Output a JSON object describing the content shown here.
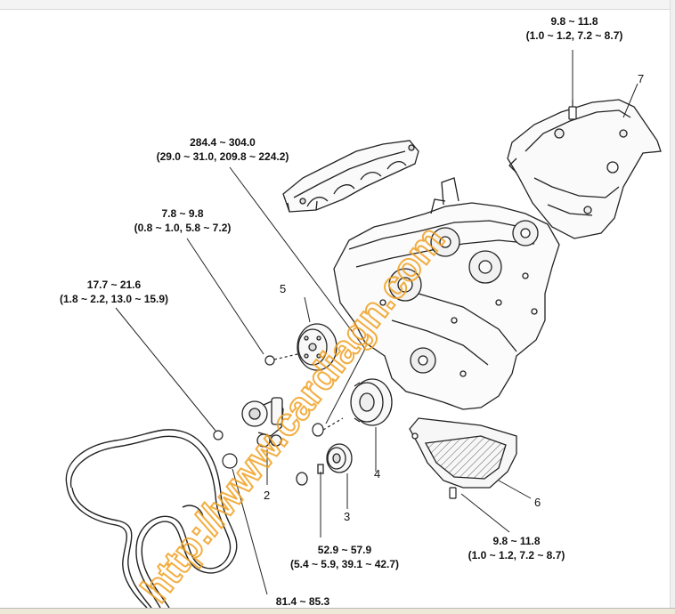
{
  "torque_specs": [
    {
      "id": "spec-intake-cover",
      "nm": "9.8 ~ 11.8",
      "alt": "(1.0 ~ 1.2, 7.2 ~ 8.7)"
    },
    {
      "id": "spec-crank-pulley",
      "nm": "284.4 ~ 304.0",
      "alt": "(29.0 ~ 31.0, 209.8 ~ 224.2)"
    },
    {
      "id": "spec-water-pump-pulley",
      "nm": "7.8 ~ 9.8",
      "alt": "(0.8 ~ 1.0, 5.8 ~ 7.2)"
    },
    {
      "id": "spec-tensioner",
      "nm": "17.7 ~ 21.6",
      "alt": "(1.8 ~ 2.2, 13.0 ~ 15.9)"
    },
    {
      "id": "spec-idler",
      "nm": "52.9 ~ 57.9",
      "alt": "(5.4 ~ 5.9, 39.1 ~ 42.7)"
    },
    {
      "id": "spec-oil-pan",
      "nm": "9.8 ~ 11.8",
      "alt": "(1.0 ~ 1.2, 7.2 ~ 8.7)"
    },
    {
      "id": "spec-bottom",
      "nm": "81.4 ~ 85.3",
      "alt": ""
    }
  ],
  "callouts": [
    "2",
    "3",
    "4",
    "5",
    "6",
    "7"
  ],
  "watermark": "http://www.cardiagn.com",
  "colors": {
    "line": "#222222",
    "watermark": "#f0a020",
    "text": "#111111"
  }
}
